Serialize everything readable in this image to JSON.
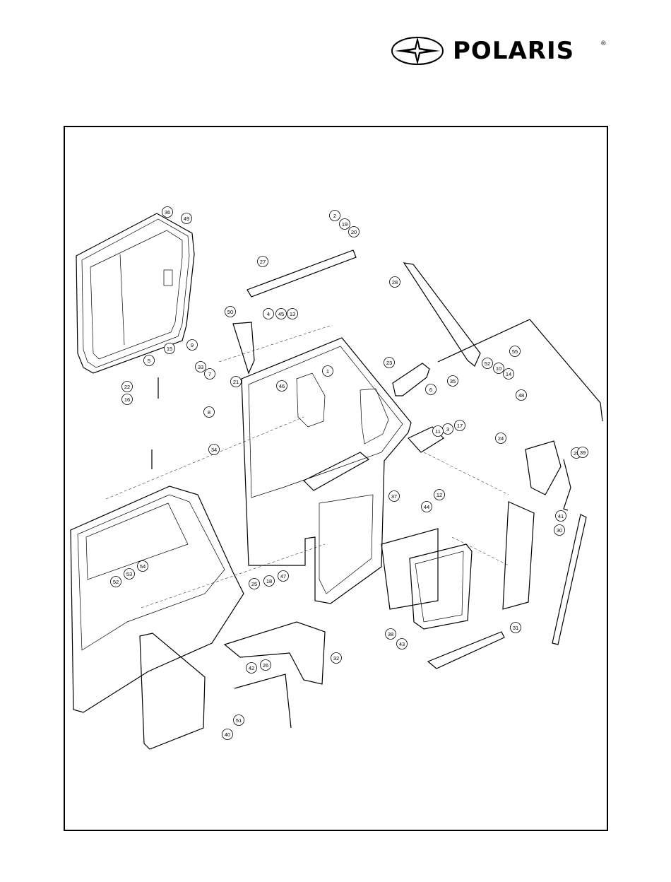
{
  "brand": {
    "name": "POLARIS",
    "registered": "®",
    "logo_icon": "star-compass-emblem"
  },
  "callouts": [
    {
      "id": "36"
    },
    {
      "id": "49"
    },
    {
      "id": "2"
    },
    {
      "id": "19"
    },
    {
      "id": "20"
    },
    {
      "id": "27"
    },
    {
      "id": "28"
    },
    {
      "id": "50"
    },
    {
      "id": "4"
    },
    {
      "id": "45"
    },
    {
      "id": "13"
    },
    {
      "id": "55"
    },
    {
      "id": "23"
    },
    {
      "id": "1"
    },
    {
      "id": "46"
    },
    {
      "id": "21"
    },
    {
      "id": "33"
    },
    {
      "id": "22"
    },
    {
      "id": "16"
    },
    {
      "id": "5"
    },
    {
      "id": "15"
    },
    {
      "id": "9"
    },
    {
      "id": "7"
    },
    {
      "id": "8"
    },
    {
      "id": "34"
    },
    {
      "id": "52"
    },
    {
      "id": "10"
    },
    {
      "id": "14"
    },
    {
      "id": "48"
    },
    {
      "id": "6"
    },
    {
      "id": "35"
    },
    {
      "id": "3"
    },
    {
      "id": "17"
    },
    {
      "id": "11"
    },
    {
      "id": "24"
    },
    {
      "id": "12"
    },
    {
      "id": "29"
    },
    {
      "id": "39"
    },
    {
      "id": "37"
    },
    {
      "id": "44"
    },
    {
      "id": "30"
    },
    {
      "id": "41"
    },
    {
      "id": "53"
    },
    {
      "id": "54"
    },
    {
      "id": "52"
    },
    {
      "id": "25"
    },
    {
      "id": "18"
    },
    {
      "id": "47"
    },
    {
      "id": "38"
    },
    {
      "id": "43"
    },
    {
      "id": "31"
    },
    {
      "id": "26"
    },
    {
      "id": "32"
    },
    {
      "id": "42"
    },
    {
      "id": "51"
    },
    {
      "id": "40"
    }
  ]
}
